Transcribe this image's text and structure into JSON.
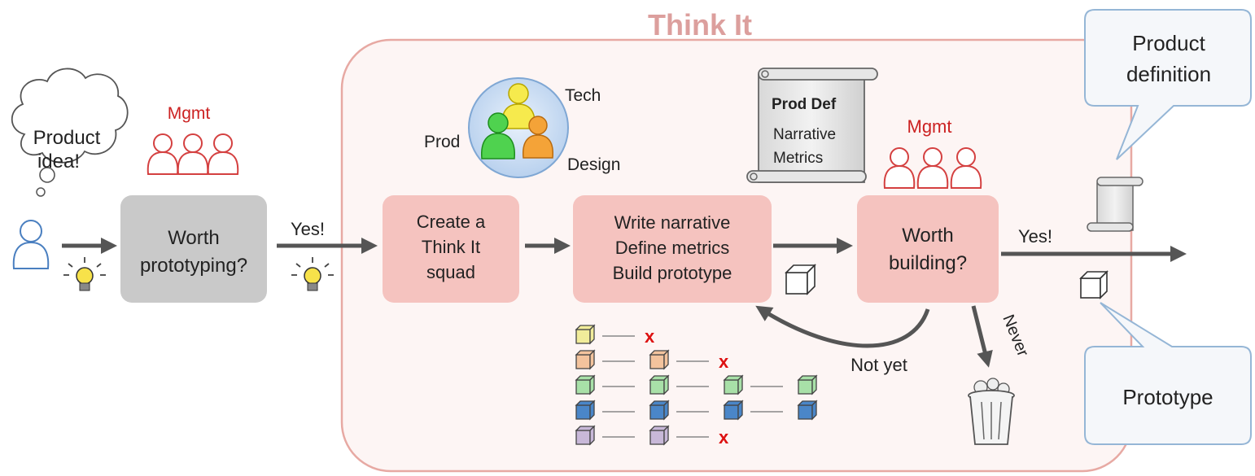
{
  "title": "Think It",
  "colors": {
    "frame_fill": "#fdf5f4",
    "frame_stroke": "#e7a9a3",
    "pink_box": "#f5c3bf",
    "gray_box": "#c9c9c9",
    "title_text": "#dc9f9d",
    "mgmt_red": "#cc2222",
    "arrow": "#555555",
    "callout_fill": "#f5f7fa",
    "callout_stroke": "#95b6d6",
    "x_red": "#dd1111"
  },
  "thought_bubble": {
    "line1": "Product",
    "line2": "idea!"
  },
  "mgmt_left": "Mgmt",
  "mgmt_right": "Mgmt",
  "box_worth_prototyping": {
    "line1": "Worth",
    "line2": "prototyping?"
  },
  "yes_left": "Yes!",
  "box_create_squad": {
    "line1": "Create a",
    "line2": "Think It",
    "line3": "squad"
  },
  "squad_roles": {
    "tech": "Tech",
    "prod": "Prod",
    "design": "Design"
  },
  "scroll_doc": {
    "title": "Prod Def",
    "line1": "Narrative",
    "line2": "Metrics"
  },
  "box_write": {
    "line1": "Write narrative",
    "line2": "Define metrics",
    "line3": "Build prototype"
  },
  "box_worth_building": {
    "line1": "Worth",
    "line2": "building?"
  },
  "yes_right": "Yes!",
  "never_label": "Never",
  "not_yet_label": "Not yet",
  "iterations": [
    {
      "color": "#f1ec9a",
      "boxes": 1,
      "rejected": true
    },
    {
      "color": "#f3c39d",
      "boxes": 2,
      "rejected": true
    },
    {
      "color": "#a8e0a8",
      "boxes": 4,
      "rejected": false
    },
    {
      "color": "#4a86c8",
      "boxes": 4,
      "rejected": false
    },
    {
      "color": "#c8b8d8",
      "boxes": 2,
      "rejected": true
    }
  ],
  "callout_product_def": {
    "line1": "Product",
    "line2": "definition"
  },
  "callout_prototype": "Prototype",
  "x_mark": "x"
}
